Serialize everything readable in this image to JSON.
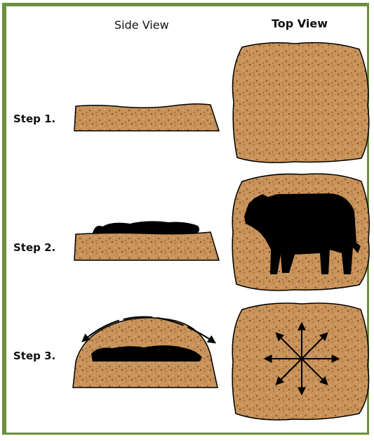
{
  "headers": {
    "side_view": "Side View",
    "top_view": "Top View"
  },
  "steps": [
    {
      "label": "Step 1."
    },
    {
      "label": "Step 2."
    },
    {
      "label": "Step 3."
    }
  ],
  "colors": {
    "compost": "#c8935a",
    "compost_dark": "#8a5a2b",
    "frame": "#6b8f3e",
    "silhouette": "#000000"
  }
}
